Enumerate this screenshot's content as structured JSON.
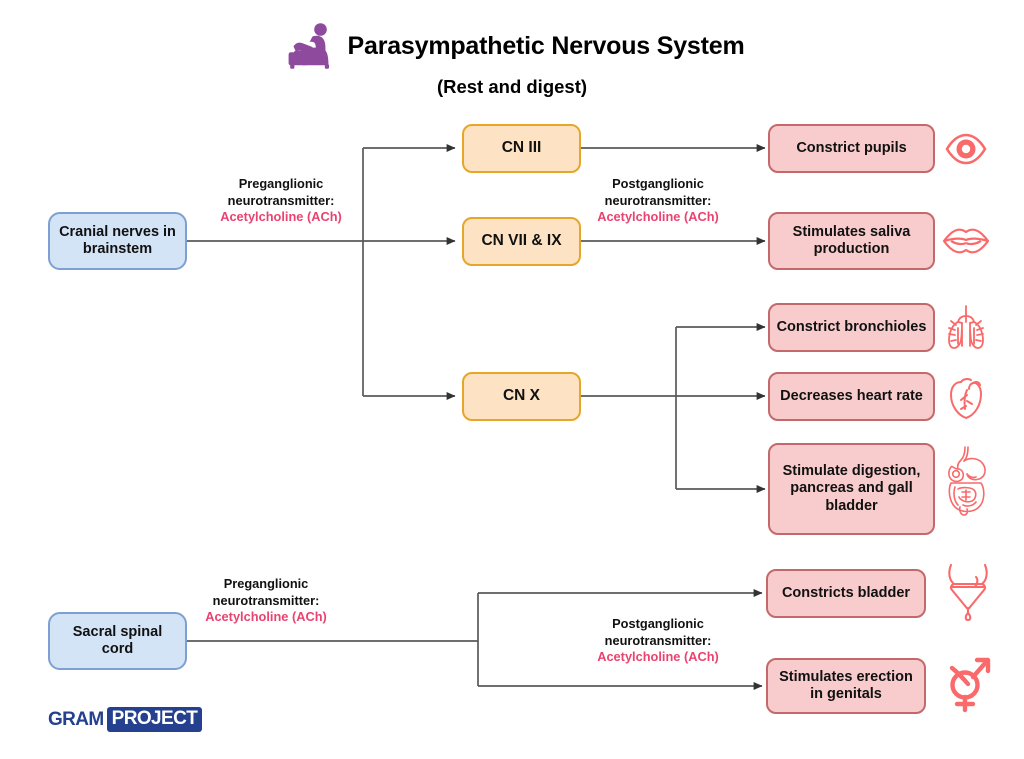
{
  "title": {
    "main": "Parasympathetic Nervous System",
    "sub": "(Rest and digest)",
    "icon": "reclining-person-armchair-icon",
    "icon_color": "#8e4a9c"
  },
  "colors": {
    "source_fill": "#d4e4f7",
    "source_border": "#7d9fd2",
    "nerve_fill": "#fde3c4",
    "nerve_border": "#e5a629",
    "effect_fill": "#f8cccc",
    "effect_border": "#c4696b",
    "neurotransmitter_text": "#ea4370",
    "organ_icon": "#fa6a6a",
    "connector": "#5a5a5a",
    "logo": "#25408f"
  },
  "sources": [
    {
      "id": "cranial",
      "label": "Cranial nerves in brainstem"
    },
    {
      "id": "sacral",
      "label": "Sacral spinal cord"
    }
  ],
  "ganglia": [
    {
      "id": "cn3",
      "label": "CN III"
    },
    {
      "id": "cn7_9",
      "label": "CN VII & IX"
    },
    {
      "id": "cn10",
      "label": "CN X"
    }
  ],
  "neurotransmitters": [
    {
      "id": "pre-cranial",
      "line1": "Preganglionic",
      "line2": "neurotransmitter:",
      "agent": "Acetylcholine (ACh)"
    },
    {
      "id": "post-cranial",
      "line1": "Postganglionic",
      "line2": "neurotransmitter:",
      "agent": "Acetylcholine (ACh)"
    },
    {
      "id": "pre-sacral",
      "line1": "Preganglionic",
      "line2": "neurotransmitter:",
      "agent": "Acetylcholine (ACh)"
    },
    {
      "id": "post-sacral",
      "line1": "Postganglionic",
      "line2": "neurotransmitter:",
      "agent": "Acetylcholine (ACh)"
    }
  ],
  "effects": [
    {
      "id": "pupils",
      "label": "Constrict pupils",
      "icon": "eye-icon"
    },
    {
      "id": "saliva",
      "label": "Stimulates saliva production",
      "icon": "lips-icon"
    },
    {
      "id": "bronchi",
      "label": "Constrict bronchioles",
      "icon": "lungs-icon"
    },
    {
      "id": "heart",
      "label": "Decreases heart rate",
      "icon": "heart-icon"
    },
    {
      "id": "digestion",
      "label": "Stimulate digestion, pancreas and gall bladder",
      "icon": "digestive-system-icon"
    },
    {
      "id": "bladder",
      "label": "Constricts bladder",
      "icon": "bladder-icon"
    },
    {
      "id": "genitals",
      "label": "Stimulates erection in genitals",
      "icon": "genitals-icon"
    }
  ],
  "logo": {
    "word1": "GRAM",
    "word2": "PROJECT"
  }
}
